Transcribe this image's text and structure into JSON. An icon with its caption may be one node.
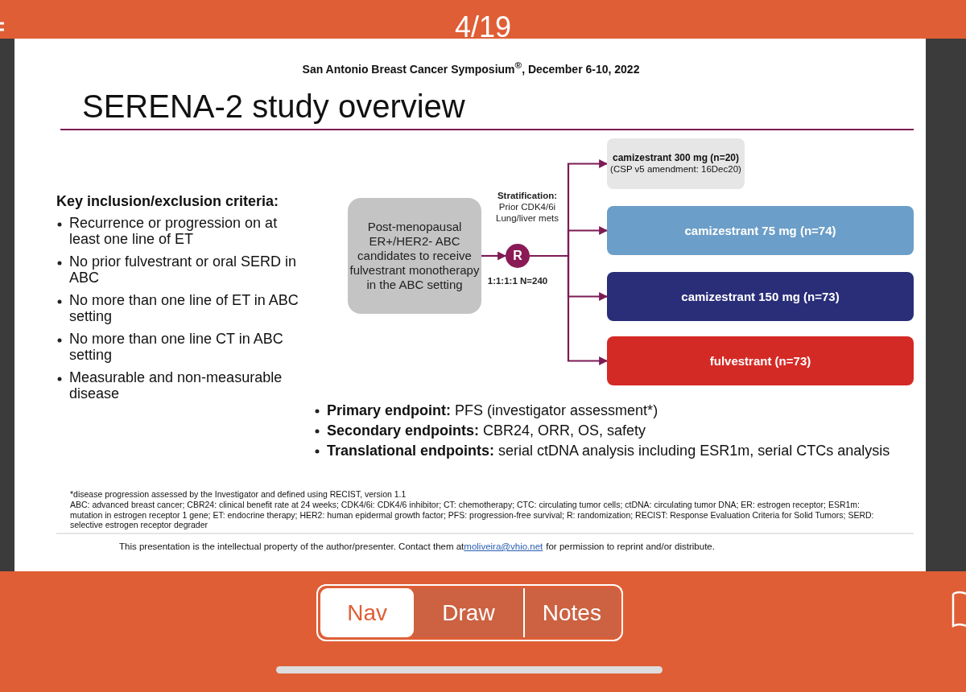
{
  "diagram": {
    "title": "SERENA-2 study overview",
    "nodes": [
      {
        "text": [
          "Post-menopausal ER+/HER2- ABC candidates to receive fulvestrant monotherapy in the ABC setting"
        ]
      },
      {
        "text": [
          "R"
        ]
      },
      {
        "text": [
          "camizestrant 300 mg (n=20)",
          "(CSP v5 amendment: 16Dec20)"
        ]
      },
      {
        "text": [
          "camizestrant 75 mg (n=74)"
        ]
      },
      {
        "text": [
          "camizestrant 150 mg (n=73)"
        ]
      },
      {
        "text": [
          "fulvestrant (n=73)"
        ]
      }
    ],
    "edges": [
      {
        "from": 0,
        "to": 1,
        "arrow": "to"
      },
      {
        "from": 1,
        "to": 2,
        "arrow": "to"
      },
      {
        "from": 1,
        "to": 3,
        "arrow": "to"
      },
      {
        "from": 1,
        "to": 4,
        "arrow": "to"
      },
      {
        "from": 1,
        "to": 5,
        "arrow": "to"
      }
    ],
    "labels": [
      "4/19",
      "San Antonio Breast Cancer Symposium$^{®}$, December 6-10, 2022",
      "Key inclusion/exclusion criteria:",
      "Recurrence or progression on at least one line of ET",
      "No prior fulvestrant or oral SERD in ABC",
      "No more than one line of ET in ABC setting",
      "No more than one line CT in ABC setting",
      "Measurable and non-measurable disease",
      "**Primary endpoint:** PFS (investigator assessment*)",
      "**Secondary endpoints:** CBR24, ORR, OS, safety",
      "**Translational endpoints:** serial ctDNA analysis including ESR1m, serial CTCs analysis",
      "*disease progression assessed by the Investigator and defined using RECIST, version 1.1",
      "ABC: advanced breast cancer; CBR24: clinical benefit rate at 24 weeks; CDK4/6i: CDK4/6 inhibitor; CT: chemotherapy; CTC: circulating tumor cells; ctDNA: circulating tumor DNA; ER: estrogen receptor; ESR1m: mutation in estrogen receptor 1 gene; ET: endocrine therapy; HER2: human epidermal growth factor; PFS: progression-free survival; R: randomization; RECIST: Response Evaluation Criteria for Solid Tumors; SERD: selective estrogen receptor degrader",
      "This presentation is the intellectual property of the author/presenter. Contact them at",
      "moliveira@vhio.net",
      "for permission to reprint and/or distribute.",
      "Nav",
      "Draw",
      "Notes",
      "**Stratification:** Prior CDK4/6i Lung/liver mets",
      "1:1:1:1 N=240"
    ]
  }
}
